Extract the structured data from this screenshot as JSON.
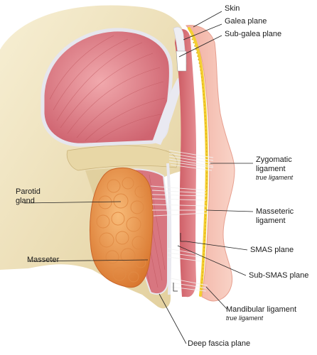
{
  "labels": {
    "skin": "Skin",
    "galea_plane": "Galea plane",
    "subgalea_plane": "Sub-galea plane",
    "zygomatic_ligament": "Zygomatic",
    "zygomatic_ligament_2": "ligament",
    "zygomatic_note": "true ligament",
    "parotid_gland": "Parotid",
    "parotid_gland_2": "gland",
    "masseteric_ligament": "Masseteric",
    "masseteric_ligament_2": "ligament",
    "smas_plane": "SMAS plane",
    "masseter": "Masseter",
    "sub_smas_plane": "Sub-SMAS plane",
    "mandibular_ligament": "Mandibular ligament",
    "mandibular_note": "true ligament",
    "deep_fascia_plane": "Deep fascia plane"
  },
  "colors": {
    "bone": "#efe3bf",
    "bone_shadow": "#d9c796",
    "muscle": "#d9737b",
    "muscle_light": "#ec9fa2",
    "fascia": "#e8e8ef",
    "parotid": "#f2a35a",
    "parotid_dark": "#d9772f",
    "skin": "#f6c2b4",
    "fat": "#f5d53a",
    "ligament": "#f4f4f4"
  }
}
